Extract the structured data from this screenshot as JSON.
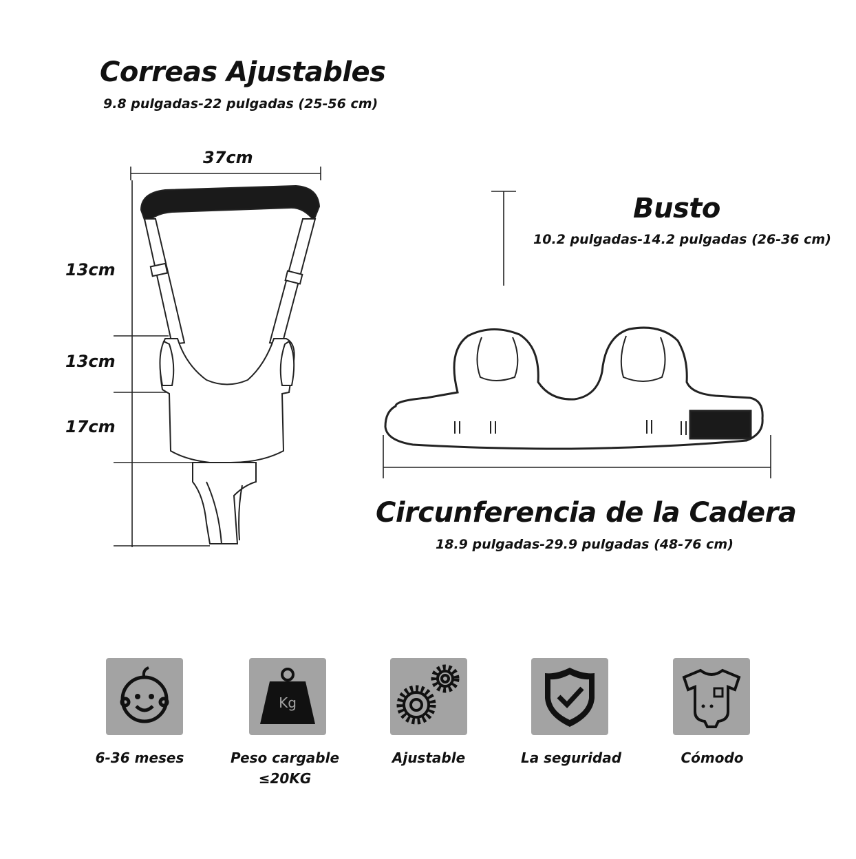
{
  "straps": {
    "title": "Correas Ajustables",
    "subtitle": "9.8 pulgadas-22 pulgadas (25-56 cm)"
  },
  "bust": {
    "title": "Busto",
    "subtitle": "10.2 pulgadas-14.2 pulgadas (26-36 cm)"
  },
  "hip": {
    "title": "Circunferencia de la Cadera",
    "subtitle": "18.9 pulgadas-29.9 pulgadas (48-76 cm)"
  },
  "dimensions": {
    "width": "37cm",
    "upper": "13cm",
    "middle": "13cm",
    "lower": "17cm"
  },
  "features": [
    {
      "icon": "baby-face-icon",
      "label": "6-36 meses"
    },
    {
      "icon": "weight-kg-icon",
      "label": "Peso cargable",
      "label2": "≤20KG",
      "icon_text": "Kg"
    },
    {
      "icon": "gears-icon",
      "label": "Ajustable"
    },
    {
      "icon": "shield-check-icon",
      "label": "La seguridad"
    },
    {
      "icon": "onesie-icon",
      "label": "Cómodo"
    }
  ],
  "colors": {
    "icon_tile": "#a3a3a3",
    "ink": "#111111"
  }
}
